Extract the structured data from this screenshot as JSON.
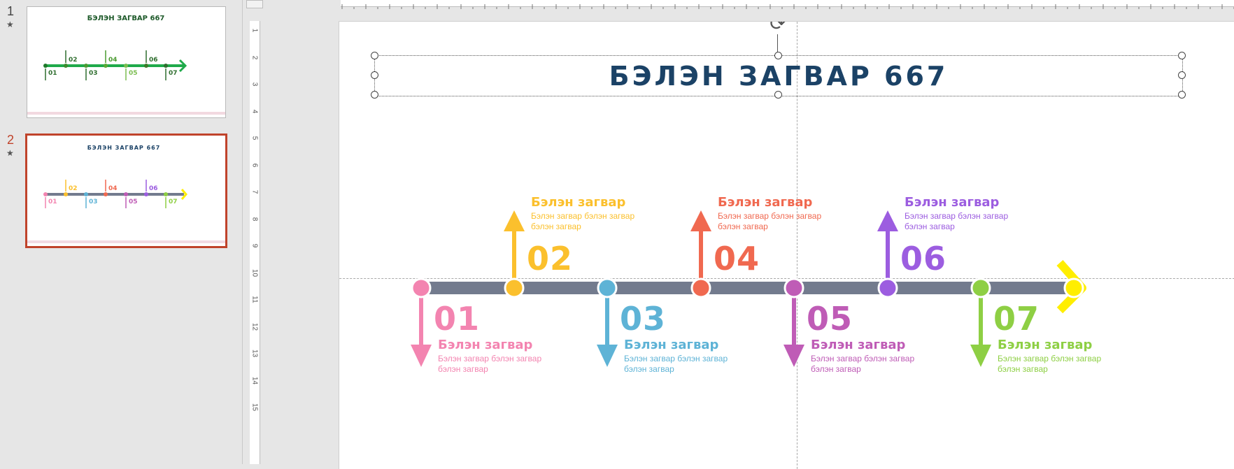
{
  "thumbnails": [
    {
      "number": "1",
      "title": "БЭЛЭН ЗАГВАР 667",
      "labels": [
        "01",
        "02",
        "03",
        "04",
        "05",
        "06",
        "07"
      ]
    },
    {
      "number": "2",
      "title": "БЭЛЭН ЗАГВАР 667",
      "labels": [
        "01",
        "02",
        "03",
        "04",
        "05",
        "06",
        "07"
      ],
      "selected": true
    }
  ],
  "ruler": {
    "vertical": [
      "1",
      "2",
      "3",
      "4",
      "5",
      "6",
      "7",
      "8",
      "9",
      "10",
      "11",
      "12",
      "13",
      "14",
      "15"
    ]
  },
  "slide": {
    "title": "БЭЛЭН ЗАГВАР 667",
    "title_color": "#1b4266",
    "timeline_color": "#737b8e",
    "items": [
      {
        "num": "01",
        "title": "Бэлэн загвар",
        "desc_line1": "Бэлэн загвар бэлэн загвар",
        "desc_line2": "бэлэн загвар",
        "color": "#f384b0",
        "direction": "down"
      },
      {
        "num": "02",
        "title": "Бэлэн загвар",
        "desc_line1": "Бэлэн загвар бэлэн загвар",
        "desc_line2": "бэлэн загвар",
        "color": "#fbc02d",
        "direction": "up"
      },
      {
        "num": "03",
        "title": "Бэлэн загвар",
        "desc_line1": "Бэлэн загвар бэлэн загвар",
        "desc_line2": "бэлэн загвар",
        "color": "#5eb3d6",
        "direction": "down"
      },
      {
        "num": "04",
        "title": "Бэлэн загвар",
        "desc_line1": "Бэлэн загвар бэлэн загвар",
        "desc_line2": "бэлэн загвар",
        "color": "#f06950",
        "direction": "up"
      },
      {
        "num": "05",
        "title": "Бэлэн загвар",
        "desc_line1": "Бэлэн загвар бэлэн загвар",
        "desc_line2": "бэлэн загвар",
        "color": "#bf5cb6",
        "direction": "down"
      },
      {
        "num": "06",
        "title": "Бэлэн загвар",
        "desc_line1": "Бэлэн загвар бэлэн загвар",
        "desc_line2": "бэлэн загвар",
        "color": "#9c5de0",
        "direction": "up"
      },
      {
        "num": "07",
        "title": "Бэлэн загвар",
        "desc_line1": "Бэлэн загвар бэлэн загвар",
        "desc_line2": "бэлэн загвар",
        "color": "#8ecf44",
        "direction": "down"
      }
    ],
    "end_color": "#ffee00"
  }
}
